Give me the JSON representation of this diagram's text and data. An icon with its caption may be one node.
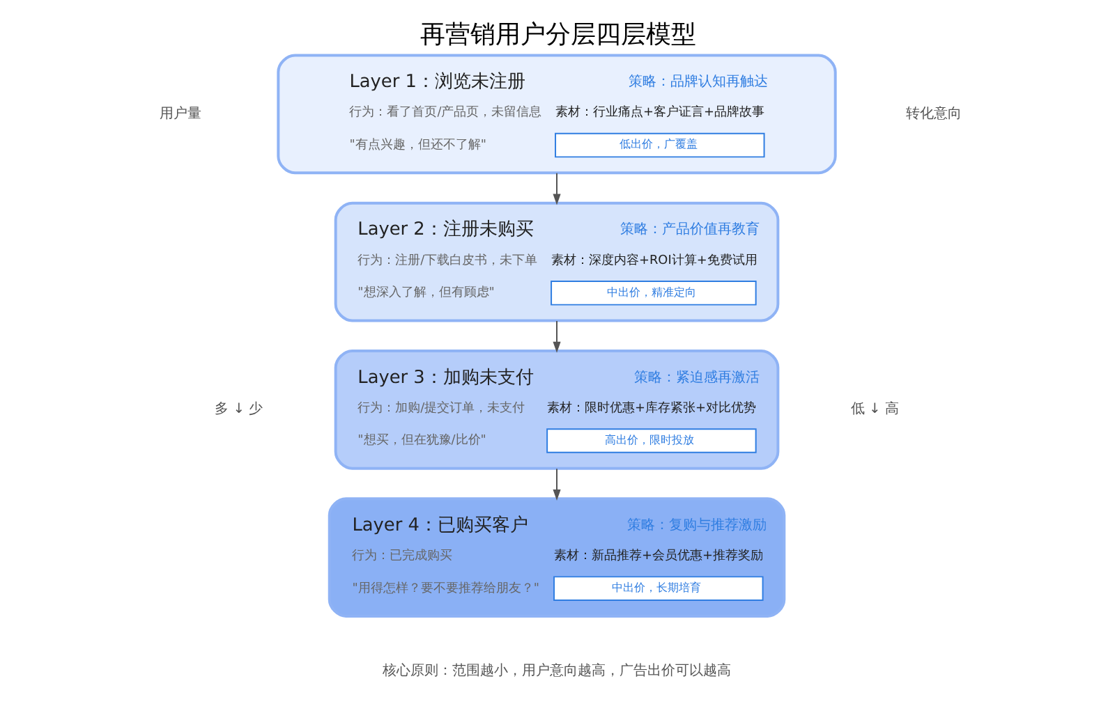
{
  "diagram": {
    "title": "再营销用户分层四层模型",
    "caption": "核心原则：范围越小，用户意向越高，广告出价可以越高",
    "nodes": [
      {
        "text": [
          "Layer 1：浏览未注册",
          "策略：品牌认知再触达",
          "行为：看了首页/产品页，未留信息",
          "素材：行业痛点+客户证言+品牌故事",
          "\"有点兴趣，但还不了解\"",
          "低出价，广覆盖"
        ]
      },
      {
        "text": [
          "Layer 2：注册未购买",
          "策略：产品价值再教育",
          "行为：注册/下载白皮书，未下单",
          "素材：深度内容+ROI计算+免费试用",
          "\"想深入了解，但有顾虑\"",
          "中出价，精准定向"
        ]
      },
      {
        "text": [
          "Layer 3：加购未支付",
          "策略：紧迫感再激活",
          "行为：加购/提交订单，未支付",
          "素材：限时优惠+库存紧张+对比优势",
          "\"想买，但在犹豫/比价\"",
          "高出价，限时投放"
        ]
      },
      {
        "text": [
          "Layer 4：已购买客户",
          "策略：复购与推荐激励",
          "行为：已完成购买",
          "素材：新品推荐+会员优惠+推荐奖励",
          "\"用得怎样？要不要推荐给朋友？\"",
          "中出价，长期培育"
        ]
      }
    ],
    "edges": [
      {
        "from": 0,
        "to": 1,
        "arrow": "to"
      },
      {
        "from": 1,
        "to": 2,
        "arrow": "to"
      },
      {
        "from": 2,
        "to": 3,
        "arrow": "to"
      }
    ],
    "labels": [
      "用户量",
      "转化意向",
      "多 ↓ 少",
      "低 ↓ 高"
    ]
  }
}
